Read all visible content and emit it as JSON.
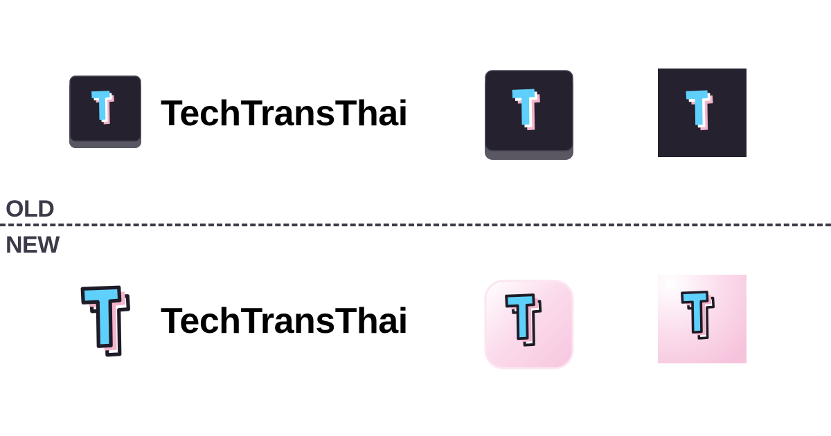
{
  "brand": {
    "name": "TechTransThai"
  },
  "sections": {
    "old_label": "OLD",
    "new_label": "NEW"
  },
  "colors": {
    "dark_bg": "#25212f",
    "key_side": "#5a5762",
    "t_blue": "#5fd0fb",
    "t_pink": "#f4b4cc",
    "t_outline": "#1f1c28",
    "pink_light": "#fde4f0",
    "pink_mid": "#f7c9e1",
    "text_dark": "#3a3a48"
  },
  "icons": {
    "old_logo": "t-letter-dark-key-icon",
    "old_app": "t-letter-dark-key-icon",
    "old_square": "t-letter-dark-square-icon",
    "new_logo": "t-letter-outlined-icon",
    "new_app": "t-letter-pink-rounded-icon",
    "new_square": "t-letter-pink-square-icon"
  }
}
